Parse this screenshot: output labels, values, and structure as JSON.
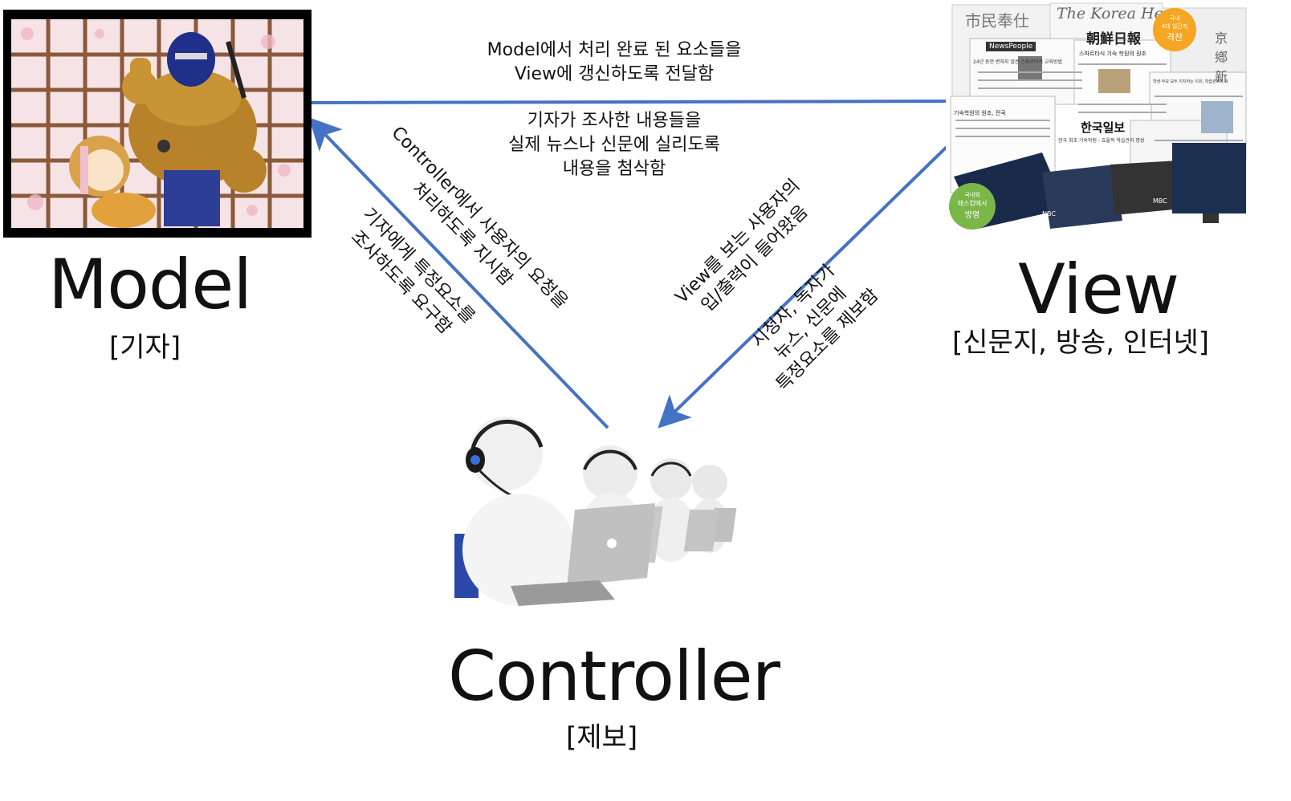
{
  "nodes": {
    "model": {
      "title": "Model",
      "subtitle": "[기자]"
    },
    "view": {
      "title": "View",
      "subtitle": "[신문지, 방송, 인터넷]"
    },
    "controller": {
      "title": "Controller",
      "subtitle": "[제보]"
    }
  },
  "edges": {
    "model_to_view": {
      "lines": [
        "Model에서 처리 완료 된 요소들을",
        "View에 갱신하도록 전달함"
      ]
    },
    "model_to_view_sub": {
      "lines": [
        "기자가 조사한 내용들을",
        "실제 뉴스나 신문에 실리도록",
        "내용을 첨삭함"
      ]
    },
    "controller_to_model": {
      "lines": [
        "Controller에서 사용자의 요청을",
        "처리하도록 지시함"
      ]
    },
    "controller_to_model_sub": {
      "lines": [
        "기자에게 특정요소를",
        "조사하도록 요구함"
      ]
    },
    "view_to_controller": {
      "lines": [
        "View를 보는 사용자의",
        "입/출력이 들어왔음"
      ]
    },
    "view_to_controller_sub": {
      "lines": [
        "시청자, 독자가",
        "뉴스, 신문에",
        "특정요소를 제보함"
      ]
    }
  },
  "view_image": {
    "mastheads": [
      "市民奉仕",
      "The Korea Her",
      "朝鮮日報",
      "京鄕新",
      "NewsPeople",
      "한국일보",
      "NBC",
      "MBC"
    ],
    "headlines": [
      "24년 동안 변하지 않은 스파르타식 교육방법",
      "스파르타식 기숙 학원의 원조",
      "기숙학원의 원조, 전국",
      "한국 최초 기숙학원 - 효율적 학습관리 명성",
      "학생·부모 모두 지지하는 이유, 학습관리에 흐"
    ],
    "badge_top": {
      "line1": "국내",
      "line2": "4대 일간지",
      "line3": "격찬"
    },
    "badge_bottom": {
      "line1": "국내외",
      "line2": "매스컴에서",
      "line3": "방영"
    }
  },
  "colors": {
    "arrow": "#4472c4",
    "text": "#111111",
    "badge_orange": "#f5a623",
    "badge_green": "#7ab648"
  }
}
